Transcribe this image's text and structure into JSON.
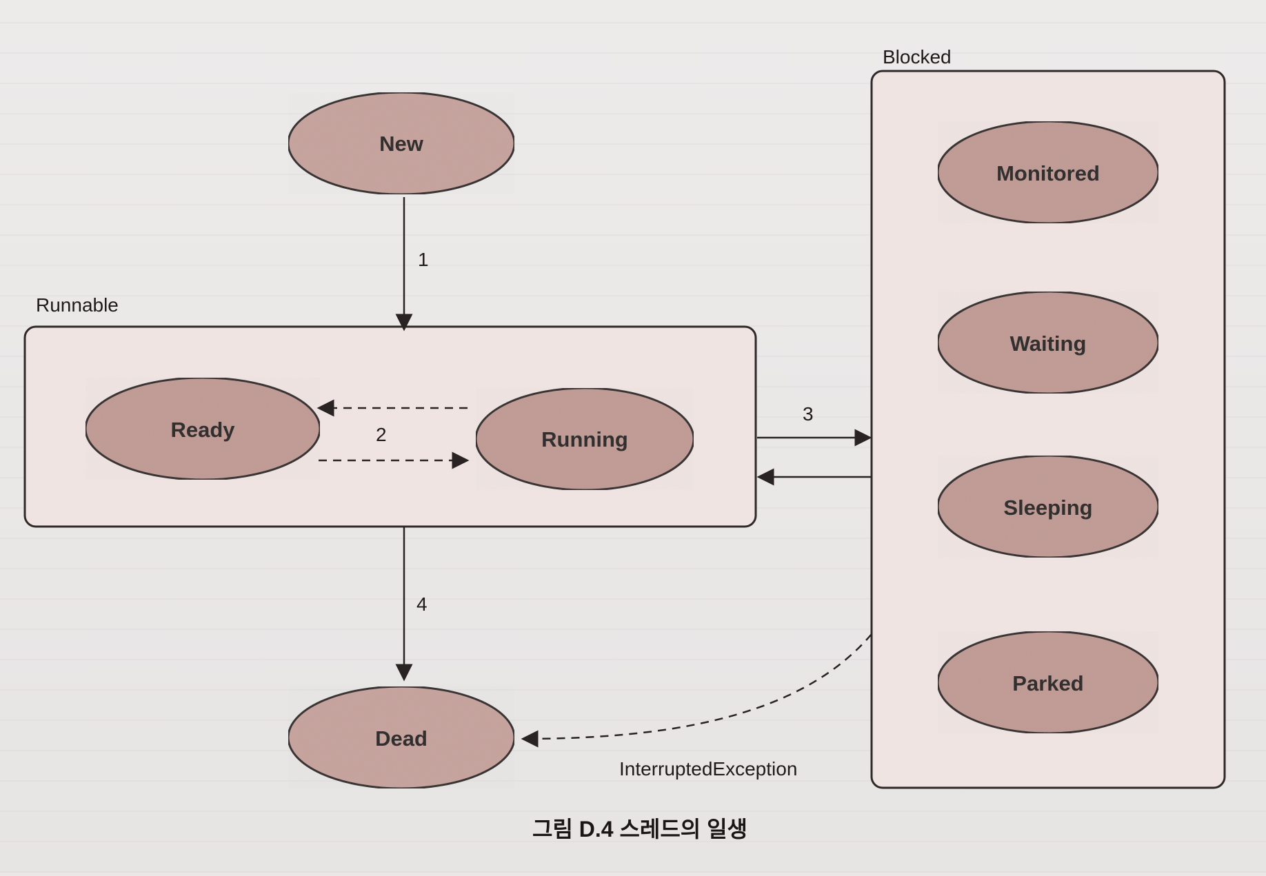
{
  "diagram": {
    "groups": {
      "runnable": "Runnable",
      "blocked": "Blocked"
    },
    "states": {
      "new": "New",
      "ready": "Ready",
      "running": "Running",
      "dead": "Dead",
      "monitored": "Monitored",
      "waiting": "Waiting",
      "sleeping": "Sleeping",
      "parked": "Parked"
    },
    "transitions": {
      "t1": "1",
      "t2": "2",
      "t3": "3",
      "t4": "4",
      "exception": "InterruptedException"
    },
    "caption": "그림 D.4 스레드의 일생"
  },
  "colors": {
    "node_fill": "#c6a29c",
    "node_stroke": "#2b2323",
    "group_fill": "#efe4e1",
    "group_stroke": "#2f2929",
    "line": "#2a2323"
  }
}
